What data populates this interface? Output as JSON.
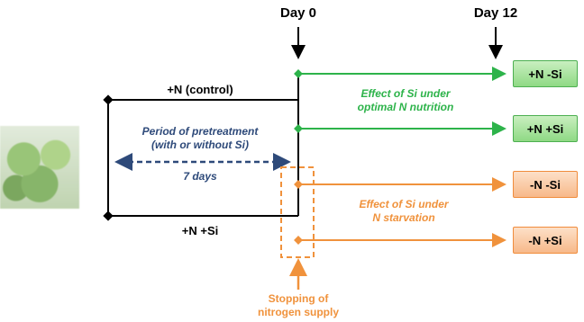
{
  "timeline": {
    "day0": "Day 0",
    "day12": "Day 12"
  },
  "pretreatment": {
    "control_label": "+N (control)",
    "si_label": "+N +Si",
    "period_line1": "Period of pretreatment",
    "period_line2": "(with or without Si)",
    "duration": "7 days"
  },
  "effects": {
    "optimal_line1": "Effect of Si under",
    "optimal_line2": "optimal N nutrition",
    "starvation_line1": "Effect of Si under",
    "starvation_line2": "N starvation"
  },
  "stopping": {
    "line1": "Stopping of",
    "line2": "nitrogen supply"
  },
  "outcomes": [
    {
      "label": "+N -Si",
      "group": "optimal"
    },
    {
      "label": "+N +Si",
      "group": "optimal"
    },
    {
      "label": "-N -Si",
      "group": "starvation"
    },
    {
      "label": "-N +Si",
      "group": "starvation"
    }
  ],
  "colors": {
    "black": "#000000",
    "green": "#2db34a",
    "orange": "#f0923c",
    "blue": "#2e4a7a"
  },
  "photo": {
    "icon": "plant-photo"
  }
}
